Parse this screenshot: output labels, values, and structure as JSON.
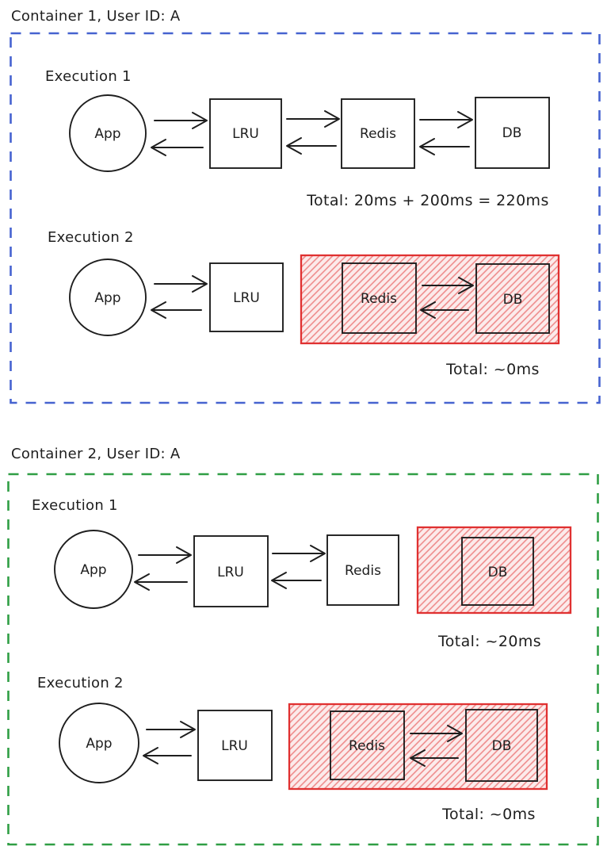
{
  "colors": {
    "ink": "#1e1e1e",
    "container1_border": "#4663d0",
    "container2_border": "#2f9e44",
    "highlight_border": "#e03131",
    "highlight_fill": "#fcebeb"
  },
  "containers": [
    {
      "title": "Container 1, User ID: A",
      "executions": [
        {
          "label": "Execution 1",
          "nodes": {
            "app": "App",
            "lru": "LRU",
            "redis": "Redis",
            "db": "DB"
          },
          "total": "Total: 20ms + 200ms = 220ms"
        },
        {
          "label": "Execution 2",
          "nodes": {
            "app": "App",
            "lru": "LRU",
            "redis": "Redis",
            "db": "DB"
          },
          "total": "Total: ~0ms"
        }
      ]
    },
    {
      "title": "Container 2, User ID: A",
      "executions": [
        {
          "label": "Execution 1",
          "nodes": {
            "app": "App",
            "lru": "LRU",
            "redis": "Redis",
            "db": "DB"
          },
          "total": "Total: ~20ms"
        },
        {
          "label": "Execution 2",
          "nodes": {
            "app": "App",
            "lru": "LRU",
            "redis": "Redis",
            "db": "DB"
          },
          "total": "Total: ~0ms"
        }
      ]
    }
  ]
}
